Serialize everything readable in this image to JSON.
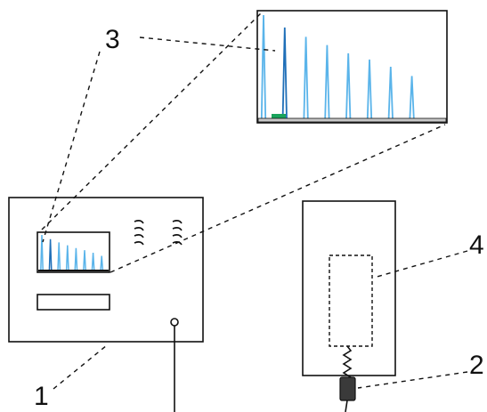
{
  "callouts": {
    "one": "1",
    "two": "2",
    "three": "3",
    "four": "4"
  },
  "colors": {
    "outline": "#111111",
    "spike_light": "#5ab4ea",
    "spike_dark": "#1f6fb8",
    "marker": "#19a35b",
    "baseline": "#c8c8c8"
  },
  "signal": {
    "spike_heights": [
      1.0,
      0.88,
      0.79,
      0.71,
      0.63,
      0.57,
      0.5,
      0.41
    ],
    "highlighted_spike": 1
  }
}
